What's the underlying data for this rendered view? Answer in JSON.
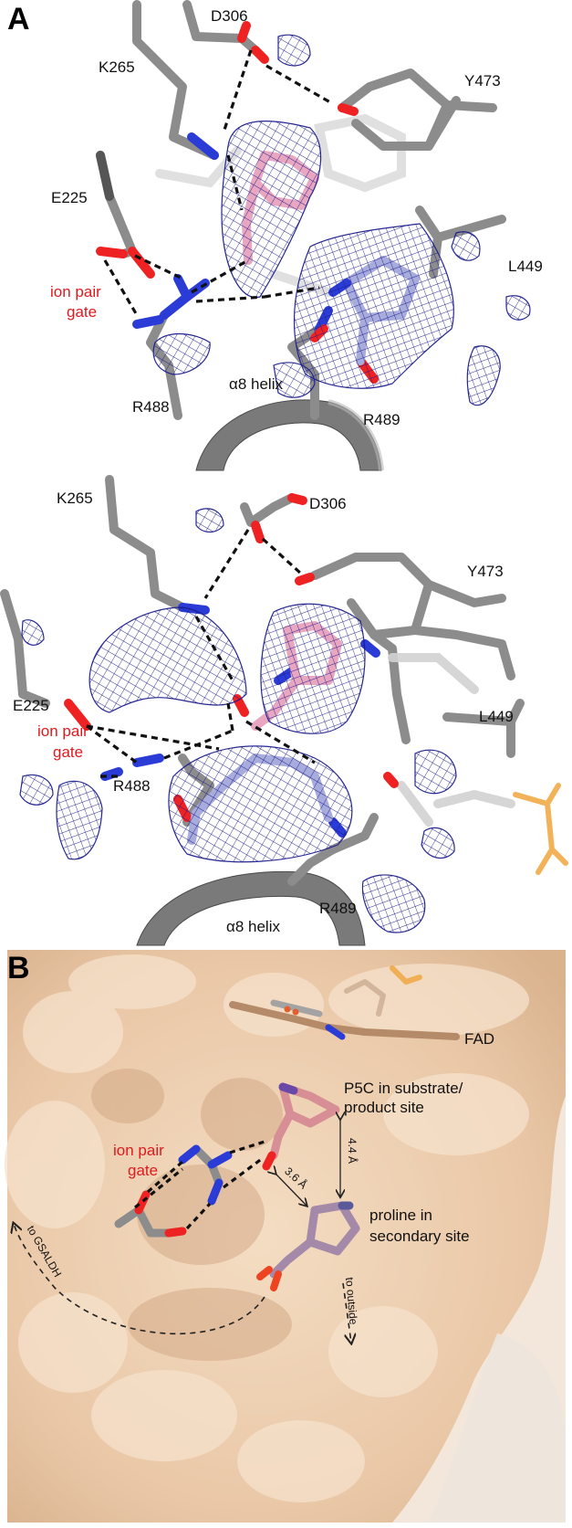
{
  "panels": {
    "a_label": "A",
    "b_label": "B"
  },
  "panel_a_top": {
    "residues": {
      "d306": "D306",
      "k265": "K265",
      "y473": "Y473",
      "e225": "E225",
      "l449": "L449",
      "r488": "R488",
      "r489": "R489"
    },
    "gate_line1": "ion pair",
    "gate_line2": "gate",
    "helix": "α8 helix"
  },
  "panel_a_bottom": {
    "residues": {
      "k265": "K265",
      "d306": "D306",
      "y473": "Y473",
      "e225": "E225",
      "l449": "L449",
      "r488": "R488",
      "r489": "R489"
    },
    "gate_line1": "ion pair",
    "gate_line2": "gate",
    "helix": "α8 helix"
  },
  "panel_b": {
    "fad": "FAD",
    "p5c_line1": "P5C in substrate/",
    "p5c_line2": "product site",
    "proline_line1": "proline in",
    "proline_line2": "secondary site",
    "gate_line1": "ion pair",
    "gate_line2": "gate",
    "dist_44": "4.4 Å",
    "dist_36": "3.6 Å",
    "to_gsaldh": "to GSALDH",
    "to_outside": "to outside"
  },
  "colors": {
    "label_red": "#e0191e",
    "carbon_grey": "#8c8c8c",
    "nitrogen_blue": "#2a3bd6",
    "oxygen_red": "#ee2222",
    "mesh_navy": "#1c1d8c",
    "p5c_pink": "#e8a6c0",
    "proline_lavender": "#a8acdc",
    "surface_tan": "#f0d3b5",
    "fad_orange": "#f0a030"
  }
}
